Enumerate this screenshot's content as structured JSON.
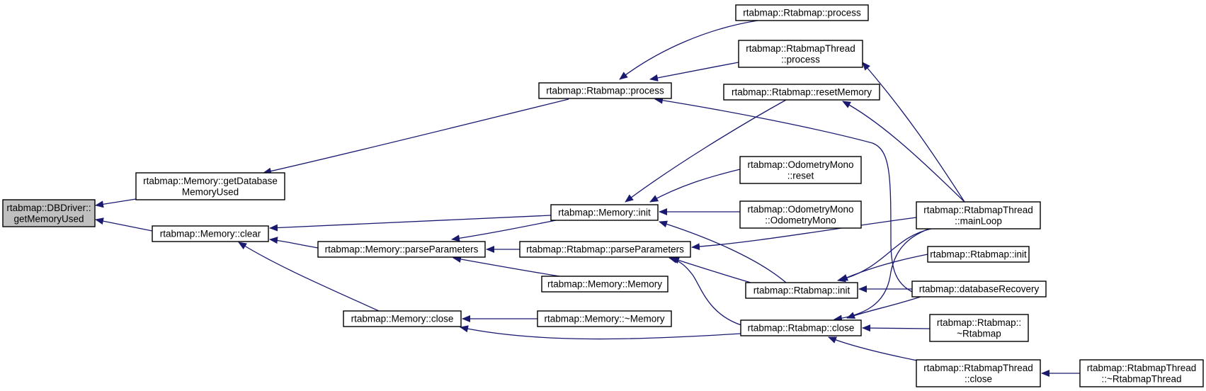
{
  "colors": {
    "edge": "#191970",
    "arrowhead": "#191970",
    "node_border": "#000000",
    "root_fill": "#bfbfbf",
    "node_fill": "#ffffff",
    "background": "#ffffff"
  },
  "graph": {
    "root": "dbdriver_getmemoryused",
    "nodes": [
      {
        "id": "dbdriver_getmemoryused",
        "lines": [
          "rtabmap::DBDriver::",
          "getMemoryUsed"
        ]
      },
      {
        "id": "memory_getdatabasememoryused",
        "lines": [
          "rtabmap::Memory::getDatabase",
          "MemoryUsed"
        ]
      },
      {
        "id": "memory_clear",
        "lines": [
          "rtabmap::Memory::clear"
        ]
      },
      {
        "id": "rtabmap_process_a",
        "lines": [
          "rtabmap::Rtabmap::process"
        ]
      },
      {
        "id": "rtabmap_process_b",
        "lines": [
          "rtabmap::Rtabmap::process"
        ]
      },
      {
        "id": "rtabmapthread_process",
        "lines": [
          "rtabmap::RtabmapThread",
          "::process"
        ]
      },
      {
        "id": "rtabmap_resetmemory",
        "lines": [
          "rtabmap::Rtabmap::resetMemory"
        ]
      },
      {
        "id": "odometrymono_reset",
        "lines": [
          "rtabmap::OdometryMono",
          "::reset"
        ]
      },
      {
        "id": "odometrymono_ctor",
        "lines": [
          "rtabmap::OdometryMono",
          "::OdometryMono"
        ]
      },
      {
        "id": "memory_init",
        "lines": [
          "rtabmap::Memory::init"
        ]
      },
      {
        "id": "memory_parseparameters",
        "lines": [
          "rtabmap::Memory::parseParameters"
        ]
      },
      {
        "id": "rtabmap_parseparameters",
        "lines": [
          "rtabmap::Rtabmap::parseParameters"
        ]
      },
      {
        "id": "memory_ctor",
        "lines": [
          "rtabmap::Memory::Memory"
        ]
      },
      {
        "id": "memory_close",
        "lines": [
          "rtabmap::Memory::close"
        ]
      },
      {
        "id": "memory_dtor",
        "lines": [
          "rtabmap::Memory::~Memory"
        ]
      },
      {
        "id": "rtabmap_init",
        "lines": [
          "rtabmap::Rtabmap::init"
        ]
      },
      {
        "id": "rtabmap_close",
        "lines": [
          "rtabmap::Rtabmap::close"
        ]
      },
      {
        "id": "rtabmapthread_mainloop",
        "lines": [
          "rtabmap::RtabmapThread",
          "::mainLoop"
        ]
      },
      {
        "id": "rtabmap_init_b",
        "lines": [
          "rtabmap::Rtabmap::init"
        ]
      },
      {
        "id": "rtabmap_databaserecovery",
        "lines": [
          "rtabmap::databaseRecovery"
        ]
      },
      {
        "id": "rtabmap_dtor",
        "lines": [
          "rtabmap::Rtabmap::",
          "~Rtabmap"
        ]
      },
      {
        "id": "rtabmapthread_close",
        "lines": [
          "rtabmap::RtabmapThread",
          "::close"
        ]
      },
      {
        "id": "rtabmapthread_dtor",
        "lines": [
          "rtabmap::RtabmapThread",
          "::~RtabmapThread"
        ]
      }
    ],
    "edges": [
      {
        "from": "memory_getdatabasememoryused",
        "to": "dbdriver_getmemoryused"
      },
      {
        "from": "memory_clear",
        "to": "dbdriver_getmemoryused"
      },
      {
        "from": "rtabmap_process_a",
        "to": "memory_getdatabasememoryused"
      },
      {
        "from": "rtabmap_process_b",
        "to": "rtabmap_process_a"
      },
      {
        "from": "rtabmapthread_process",
        "to": "rtabmap_process_a"
      },
      {
        "from": "rtabmap_databaserecovery",
        "to": "rtabmap_process_a"
      },
      {
        "from": "memory_init",
        "to": "memory_clear"
      },
      {
        "from": "memory_parseparameters",
        "to": "memory_clear"
      },
      {
        "from": "memory_close",
        "to": "memory_clear"
      },
      {
        "from": "rtabmap_resetmemory",
        "to": "memory_init"
      },
      {
        "from": "odometrymono_reset",
        "to": "memory_init"
      },
      {
        "from": "odometrymono_ctor",
        "to": "memory_init"
      },
      {
        "from": "rtabmap_init",
        "to": "memory_init"
      },
      {
        "from": "memory_init",
        "to": "memory_parseparameters"
      },
      {
        "from": "rtabmap_parseparameters",
        "to": "memory_parseparameters"
      },
      {
        "from": "memory_ctor",
        "to": "memory_parseparameters"
      },
      {
        "from": "rtabmapthread_mainloop",
        "to": "rtabmap_parseparameters"
      },
      {
        "from": "rtabmap_init",
        "to": "rtabmap_parseparameters"
      },
      {
        "from": "rtabmap_close",
        "to": "rtabmap_parseparameters"
      },
      {
        "from": "memory_dtor",
        "to": "memory_close"
      },
      {
        "from": "rtabmap_close",
        "to": "memory_close"
      },
      {
        "from": "rtabmapthread_process",
        "to": "rtabmapthread_mainloop"
      },
      {
        "from": "rtabmap_resetmemory",
        "to": "rtabmapthread_mainloop"
      },
      {
        "from": "rtabmapthread_mainloop",
        "to": "rtabmap_init"
      },
      {
        "from": "rtabmap_init_b",
        "to": "rtabmap_init"
      },
      {
        "from": "rtabmap_databaserecovery",
        "to": "rtabmap_init"
      },
      {
        "from": "rtabmapthread_mainloop",
        "to": "rtabmap_close"
      },
      {
        "from": "rtabmap_databaserecovery",
        "to": "rtabmap_close"
      },
      {
        "from": "rtabmap_dtor",
        "to": "rtabmap_close"
      },
      {
        "from": "rtabmapthread_close",
        "to": "rtabmap_close"
      },
      {
        "from": "rtabmapthread_dtor",
        "to": "rtabmapthread_close"
      }
    ]
  }
}
